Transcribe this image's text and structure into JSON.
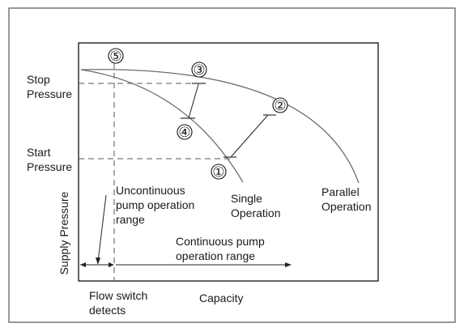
{
  "labels": {
    "stop_pressure": [
      "Stop",
      "Pressure"
    ],
    "start_pressure": [
      "Start",
      "Pressure"
    ],
    "y_axis": "Supply Pressure",
    "x_axis": "Capacity",
    "uncontinuous": [
      "Uncontinuous",
      "pump operation",
      "range"
    ],
    "continuous": [
      "Continuous pump",
      "operation range"
    ],
    "flow_switch": [
      "Flow switch",
      "detects"
    ],
    "single": [
      "Single",
      "Operation"
    ],
    "parallel": [
      "Parallel",
      "Operation"
    ]
  },
  "markers": [
    "①",
    "②",
    "③",
    "④",
    "⑤"
  ]
}
